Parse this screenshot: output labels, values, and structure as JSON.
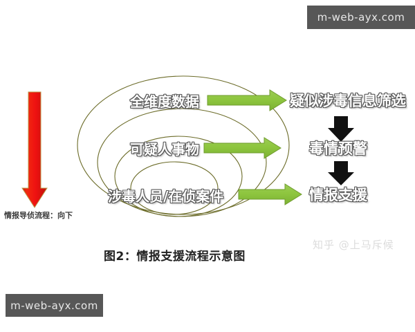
{
  "figure": {
    "caption": "图2：情报支援流程示意图",
    "flow_note": "情报导侦流程：向下"
  },
  "sources": [
    {
      "label": "全维度数据"
    },
    {
      "label": "可疑人事物"
    },
    {
      "label": "涉毒人员/在侦案件"
    }
  ],
  "outputs": [
    {
      "label": "疑似涉毒信息筛选"
    },
    {
      "label": "毒情预警"
    },
    {
      "label": "情报支援"
    }
  ],
  "icons": {
    "red_down_arrow": "red-down-arrow-icon",
    "green_right_arrow": "green-right-arrow-icon",
    "black_down_arrow": "black-down-arrow-icon",
    "nested_ellipses": "nested-ellipses-icon"
  },
  "watermarks": {
    "top": "m-web-ayx.com",
    "bottom": "m-web-ayx.com",
    "zhihu": "知乎 @上马斥候"
  },
  "colors": {
    "red_arrow": "#ee1111",
    "green_arrow": "#8ec63f",
    "green_arrow_edge": "#6f9b2e",
    "black_arrow": "#111111",
    "ellipse_stroke": "#6b6b28",
    "watermark_bg": "#575757",
    "watermark_text": "#e8e8e8"
  }
}
